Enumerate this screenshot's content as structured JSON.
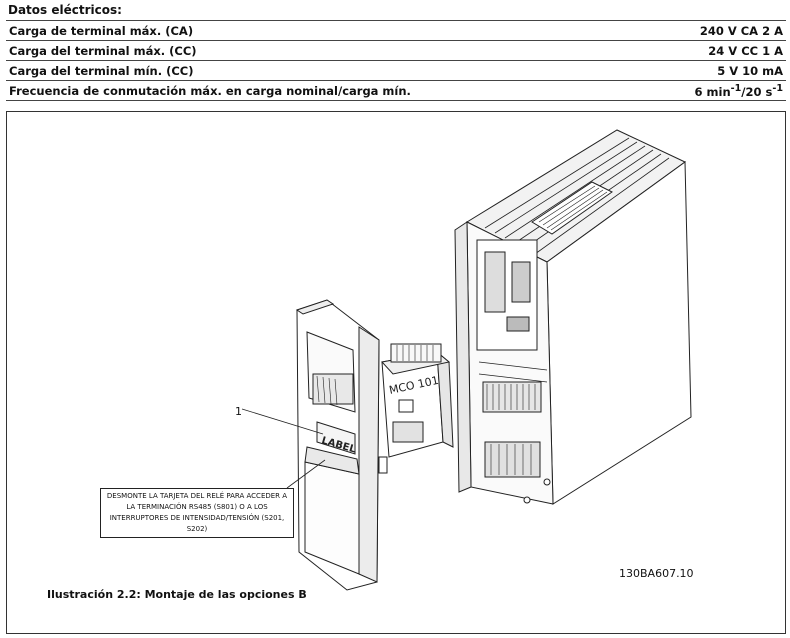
{
  "section": {
    "title": "Datos eléctricos:"
  },
  "specs": [
    {
      "label": "Carga de terminal máx. (CA)",
      "value": "240 V CA 2 A"
    },
    {
      "label": "Carga del terminal máx. (CC)",
      "value": "24 V CC 1 A"
    },
    {
      "label": "Carga del terminal mín. (CC)",
      "value": "5 V 10 mA"
    },
    {
      "label": "Frecuencia de conmutación máx. en carga nominal/carga mín.",
      "value_pre": "6 min",
      "value_sup1": "-1",
      "value_mid": "/20 s",
      "value_sup2": "-1"
    }
  ],
  "figure": {
    "callout_number": "1",
    "note": "DESMONTE LA TARJETA DEL RELÉ PARA ACCEDER A LA TERMINACIÓN RS485 (S801) O A LOS INTERRUPTORES DE INTENSIDAD/TENSIÓN (S201, S202)",
    "module_label": "MCO 101",
    "panel_label": "LABEL",
    "code": "130BA607.10",
    "caption": "Ilustración 2.2: Montaje de las opciones B"
  }
}
